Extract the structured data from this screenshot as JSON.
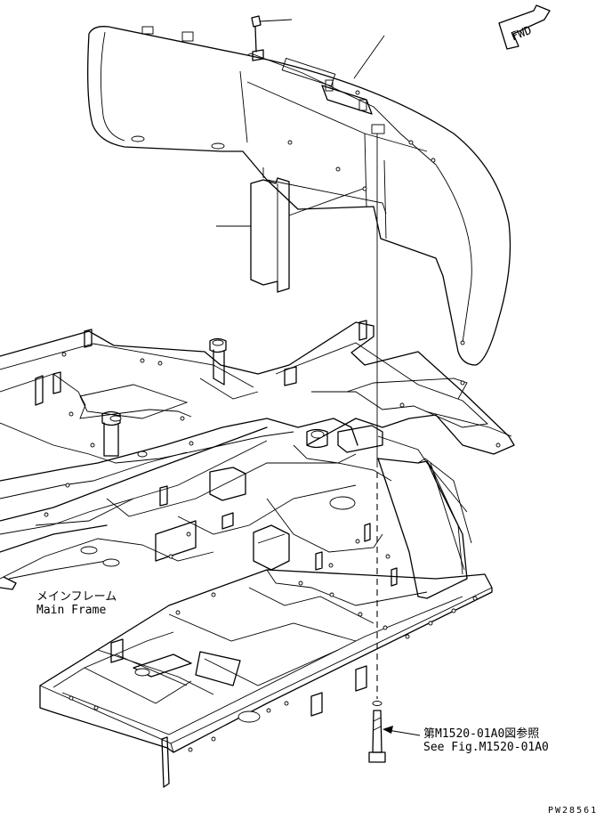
{
  "direction_label": "FWD",
  "main_frame": {
    "label_jp": "メインフレーム",
    "label_en": "Main Frame"
  },
  "reference": {
    "label_jp": "第M1520-01A0図参照",
    "label_en": "See Fig.M1520-01A0"
  },
  "drawing_code": "PW28561"
}
